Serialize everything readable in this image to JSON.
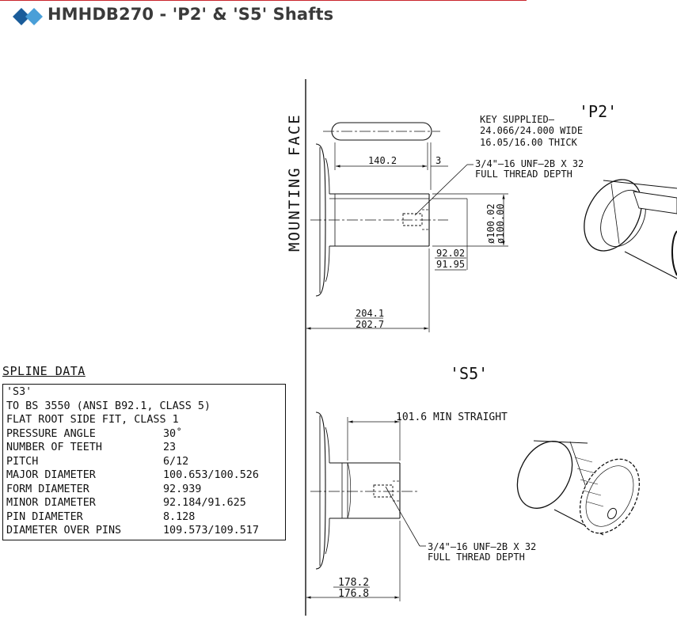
{
  "header": {
    "title": "HMHDB270 - 'P2' & 'S5' Shafts",
    "colors": {
      "logo_dark": "#1a5c9a",
      "logo_light": "#4a9fd8",
      "accent_line": "#c9252c",
      "title": "#3a3a3a"
    }
  },
  "drawing": {
    "mounting_face": "MOUNTING FACE",
    "p2": {
      "label": "'P2'",
      "key_supplied": "KEY SUPPLIED–",
      "key_width": "24.066/24.000 WIDE",
      "key_thick": "16.05/16.00 THICK",
      "thread_1": "3/4\"–16 UNF–2B X 32",
      "thread_2": "FULL THREAD DEPTH",
      "dim_key_len": "140.2",
      "dim_key_off": "3",
      "dim_dia_1": "ø100.02",
      "dim_dia_2": "ø100.00",
      "dim_step_1": "92.02",
      "dim_step_2": "91.95",
      "dim_len_1": "204.1",
      "dim_len_2": "202.7"
    },
    "s5": {
      "label": "'S5'",
      "min_straight": "101.6 MIN STRAIGHT",
      "thread_1": "3/4\"–16 UNF–2B X 32",
      "thread_2": "FULL THREAD DEPTH",
      "dim_len_1": "178.2",
      "dim_len_2": "176.8"
    }
  },
  "spline": {
    "title": "SPLINE DATA",
    "code": "'S3'",
    "line1": "TO BS 3550 (ANSI B92.1, CLASS 5)",
    "line2": "FLAT ROOT SIDE FIT, CLASS 1",
    "rows": [
      {
        "k": "PRESSURE ANGLE",
        "v": "30˚"
      },
      {
        "k": "NUMBER OF TEETH",
        "v": "23"
      },
      {
        "k": "PITCH",
        "v": "6/12"
      },
      {
        "k": "MAJOR DIAMETER",
        "v": "100.653/100.526"
      },
      {
        "k": "FORM DIAMETER",
        "v": "92.939"
      },
      {
        "k": "MINOR DIAMETER",
        "v": "92.184/91.625"
      },
      {
        "k": "PIN DIAMETER",
        "v": "8.128"
      },
      {
        "k": "DIAMETER OVER PINS",
        "v": "109.573/109.517"
      }
    ]
  }
}
